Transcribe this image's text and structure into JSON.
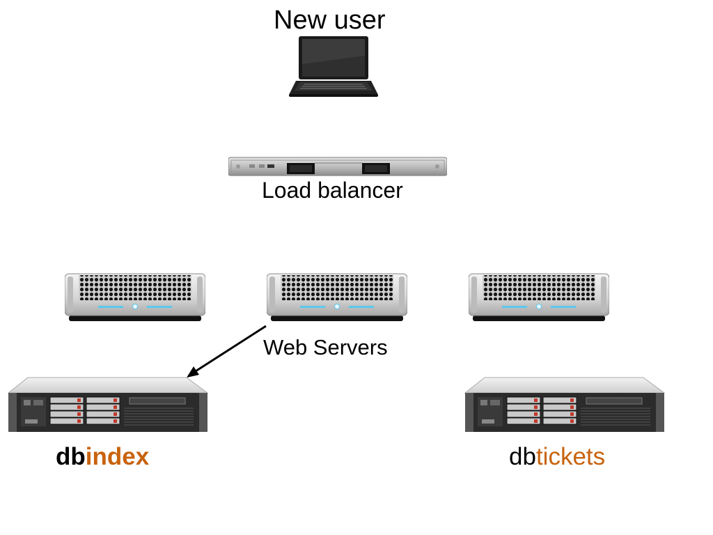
{
  "labels": {
    "new_user": "New user",
    "load_balancer": "Load balancer",
    "web_servers": "Web Servers",
    "dbindex_prefix": "db",
    "dbindex_suffix": "index",
    "dbtickets_prefix": "db",
    "dbtickets_suffix": "tickets"
  },
  "colors": {
    "accent": "#c8630e",
    "text": "#000000",
    "led": "#5bc8f0"
  },
  "icons": [
    "laptop-icon",
    "load-balancer-icon",
    "web-server-icon",
    "database-server-icon"
  ]
}
